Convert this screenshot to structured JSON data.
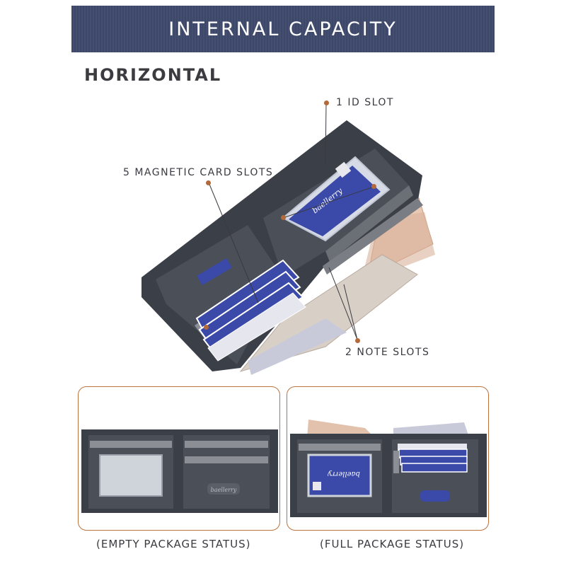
{
  "banner": {
    "title": "INTERNAL CAPACITY"
  },
  "section": {
    "title": "HORIZONTAL"
  },
  "callouts": {
    "id_slot": "1 ID SLOT",
    "card_slots": "5 MAGNETIC CARD SLOTS",
    "note_slots": "2 NOTE SLOTS"
  },
  "branding": {
    "logo_text": "baellerry"
  },
  "captions": {
    "empty": "(EMPTY PACKAGE STATUS)",
    "full": "(FULL PACKAGE STATUS)"
  },
  "colors": {
    "banner": "#3d4868",
    "wallet": "#3b3f47",
    "card_blue": "#3b4aa8",
    "accent": "#b4693a"
  }
}
